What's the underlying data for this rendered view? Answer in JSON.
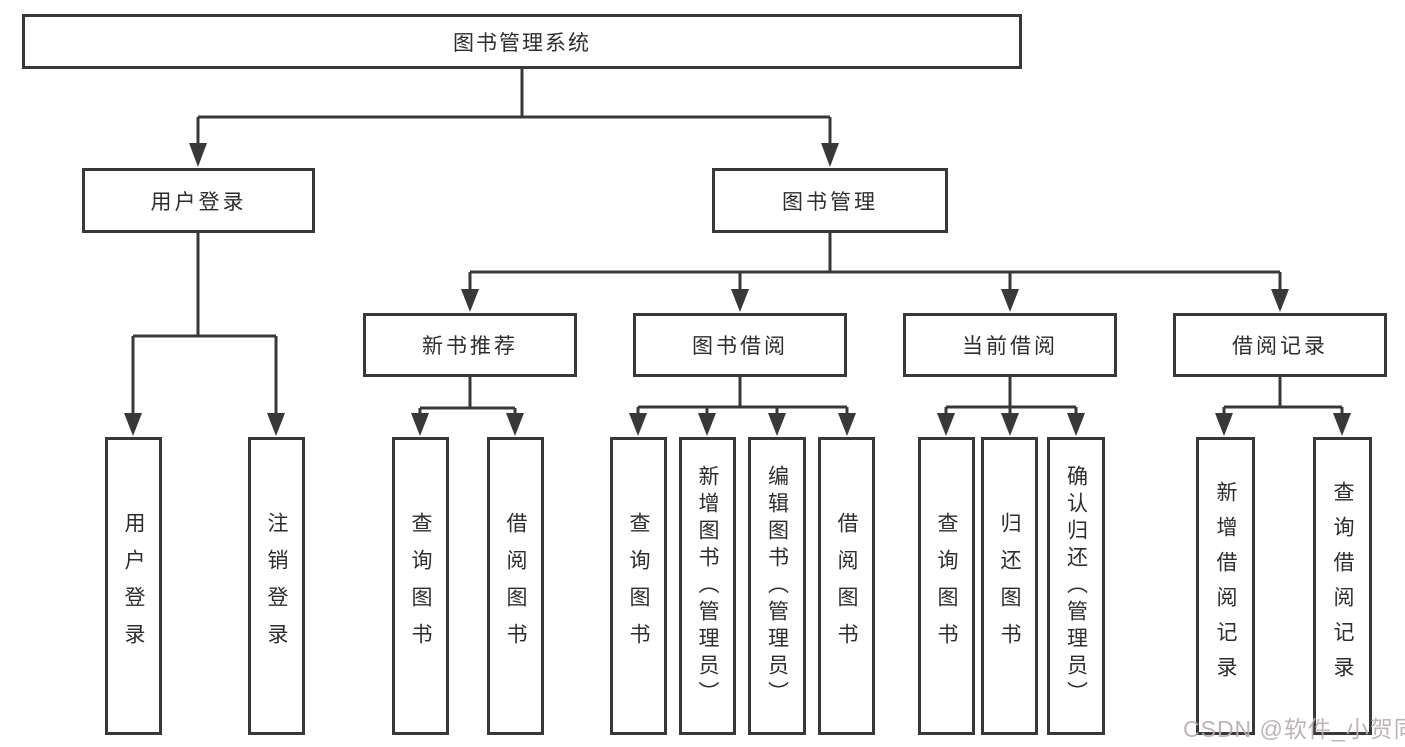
{
  "diagram_title": "图书管理系统",
  "colors": {
    "line": "#383838",
    "text": "#2d2d2d",
    "background": "#ffffff",
    "watermark": "#b7afaf"
  },
  "tree": {
    "root": {
      "label": "图书管理系统"
    },
    "branches": [
      {
        "label": "用户登录",
        "children": [
          "用户登录",
          "注销登录"
        ]
      },
      {
        "label": "图书管理",
        "groups": [
          {
            "label": "新书推荐",
            "children": [
              "查询图书",
              "借阅图书"
            ]
          },
          {
            "label": "图书借阅",
            "children": [
              "查询图书",
              "新增图书（管理员）",
              "编辑图书（管理员）",
              "借阅图书"
            ]
          },
          {
            "label": "当前借阅",
            "children": [
              "查询图书",
              "归还图书",
              "确认归还（管理员）"
            ]
          },
          {
            "label": "借阅记录",
            "children": [
              "新增借阅记录",
              "查询借阅记录"
            ]
          }
        ]
      }
    ]
  },
  "watermark": "CSDN @软件_小贺同学"
}
